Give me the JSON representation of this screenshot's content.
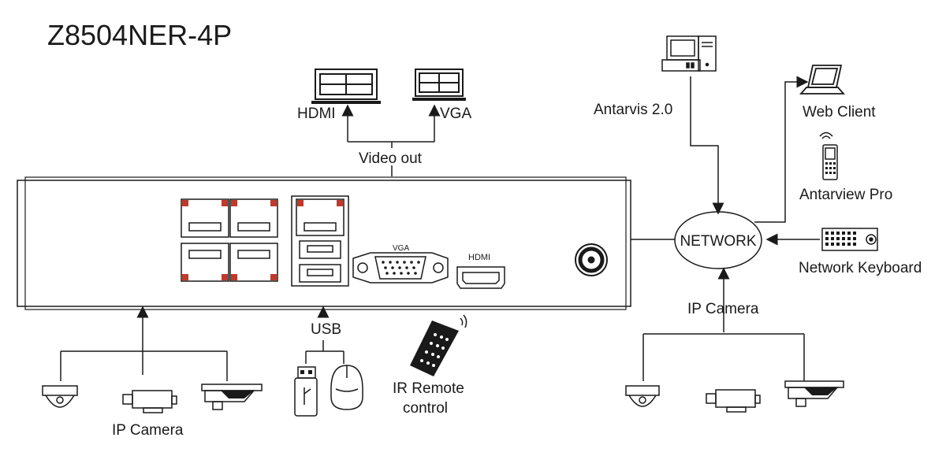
{
  "title": "Z8504NER-4P",
  "labels": {
    "hdmi_out": "HDMI",
    "vga_out": "VGA",
    "video_out": "Video out",
    "antarvis": "Antarvis 2.0",
    "web_client": "Web Client",
    "antarview_pro": "Antarview Pro",
    "network": "NETWORK",
    "network_keyboard": "Network Keyboard",
    "ip_camera_right": "IP Camera",
    "ip_camera_left": "IP Camera",
    "usb": "USB",
    "ir_remote_line1": "IR Remote",
    "ir_remote_line2": "control",
    "panel_vga": "VGA",
    "panel_hdmi": "HDMI"
  },
  "colors": {
    "line": "#1a1a1a",
    "port_corner": "#c0392b",
    "background": "#ffffff"
  }
}
